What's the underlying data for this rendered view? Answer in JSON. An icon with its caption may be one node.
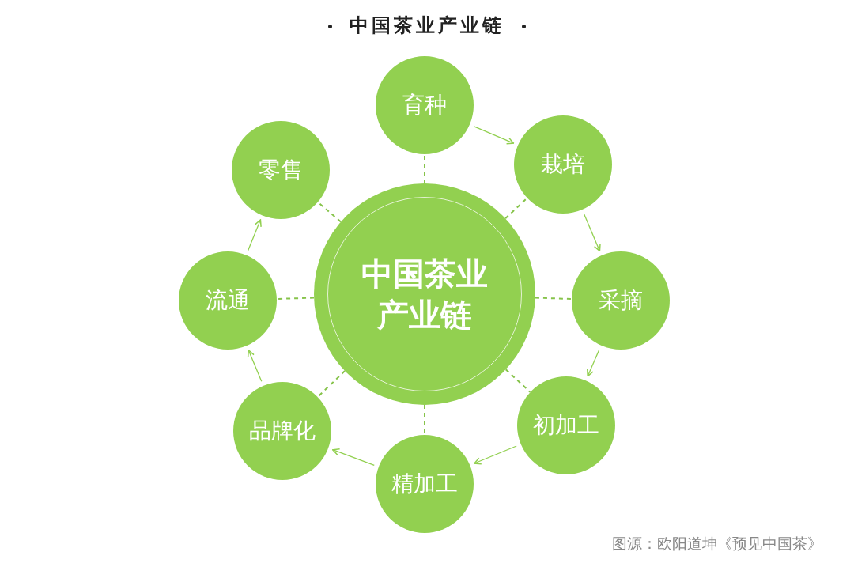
{
  "diagram": {
    "title": "中国茶业产业链",
    "nodes": [
      {
        "text": [
          "中国茶业产业链"
        ]
      },
      {
        "text": [
          "育种"
        ]
      },
      {
        "text": [
          "栽培"
        ]
      },
      {
        "text": [
          "采摘"
        ]
      },
      {
        "text": [
          "初加工"
        ]
      },
      {
        "text": [
          "精加工"
        ]
      },
      {
        "text": [
          "品牌化"
        ]
      },
      {
        "text": [
          "流通"
        ]
      },
      {
        "text": [
          "零售"
        ]
      }
    ],
    "edges": [
      {
        "from": 1,
        "to": 2,
        "arrow": "to"
      },
      {
        "from": 2,
        "to": 3,
        "arrow": "to"
      },
      {
        "from": 3,
        "to": 4,
        "arrow": "to"
      },
      {
        "from": 4,
        "to": 5,
        "arrow": "to"
      },
      {
        "from": 5,
        "to": 6,
        "arrow": "to"
      },
      {
        "from": 6,
        "to": 7,
        "arrow": "to"
      },
      {
        "from": 7,
        "to": 8,
        "arrow": "to"
      },
      {
        "from": 0,
        "to": 1,
        "arrow": "none",
        "style": "dashed"
      },
      {
        "from": 0,
        "to": 2,
        "arrow": "none",
        "style": "dashed"
      },
      {
        "from": 0,
        "to": 3,
        "arrow": "none",
        "style": "dashed"
      },
      {
        "from": 0,
        "to": 4,
        "arrow": "none",
        "style": "dashed"
      },
      {
        "from": 0,
        "to": 5,
        "arrow": "none",
        "style": "dashed"
      },
      {
        "from": 0,
        "to": 6,
        "arrow": "none",
        "style": "dashed"
      },
      {
        "from": 0,
        "to": 7,
        "arrow": "none",
        "style": "dashed"
      },
      {
        "from": 0,
        "to": 8,
        "arrow": "none",
        "style": "dashed"
      }
    ],
    "labels": [
      "图源：欧阳道坤《预见中国茶》"
    ]
  }
}
